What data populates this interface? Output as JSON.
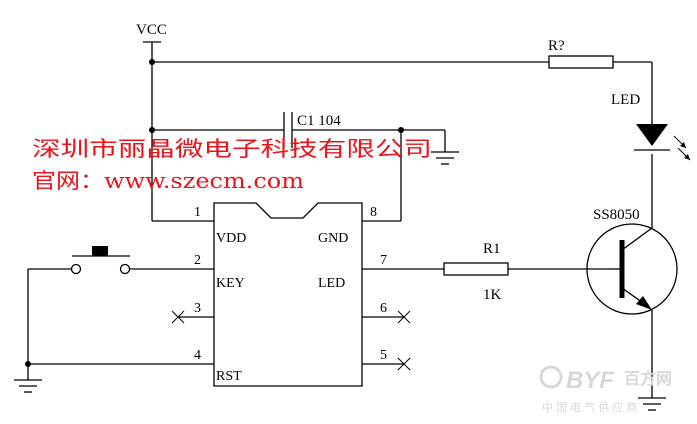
{
  "labels": {
    "vcc": "VCC",
    "cap": "C1 104",
    "r_led": "R?",
    "led": "LED",
    "transistor": "SS8050",
    "r1": "R1",
    "r1_value": "1K"
  },
  "chip": {
    "pins": {
      "p1": "1",
      "p2": "2",
      "p3": "3",
      "p4": "4",
      "p5": "5",
      "p6": "6",
      "p7": "7",
      "p8": "8"
    },
    "names": {
      "vdd": "VDD",
      "key": "KEY",
      "rst": "RST",
      "gnd": "GND",
      "led": "LED"
    }
  },
  "company": {
    "name": "深圳市丽晶微电子科技有限公司",
    "website": "官网：www.szecm.com"
  },
  "watermark": {
    "brand": "BYF",
    "site": "百方网",
    "tagline": "中 国 电 气 供 应 商"
  },
  "colors": {
    "wire": "#000000",
    "company_text": "#e8141c",
    "watermark": "#d8d8d8"
  }
}
